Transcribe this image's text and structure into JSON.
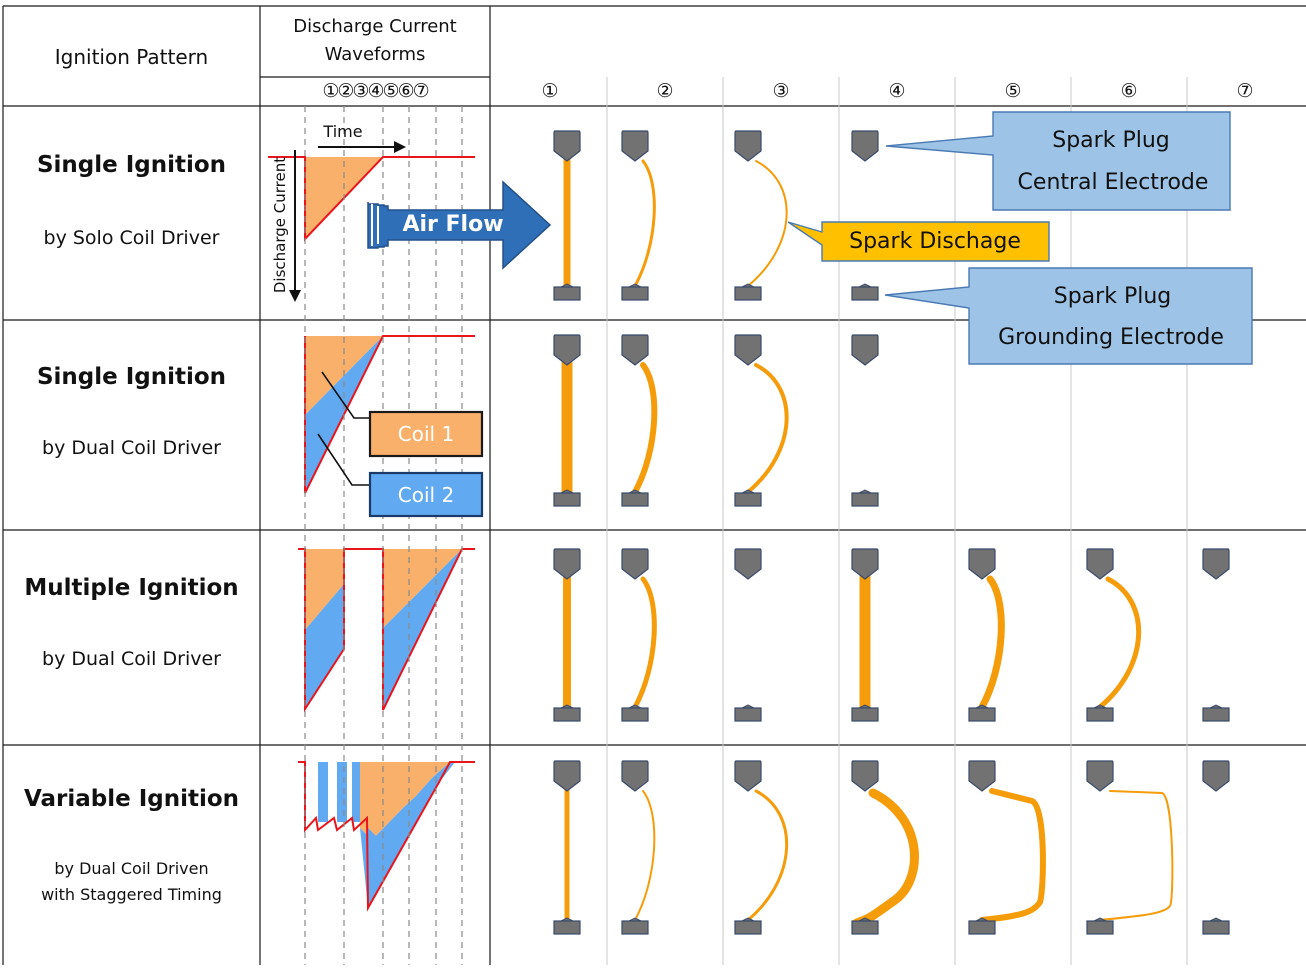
{
  "header": {
    "pattern_label": "Ignition Pattern",
    "waveform_label_line1": "Discharge Current",
    "waveform_label_line2": "Waveforms",
    "step_markers": [
      "①",
      "②",
      "③",
      "④",
      "⑤",
      "⑥",
      "⑦"
    ]
  },
  "rows": [
    {
      "title": "Single Ignition",
      "subtitle": "by Solo Coil Driver"
    },
    {
      "title": "Single Ignition",
      "subtitle": "by Dual Coil Driver"
    },
    {
      "title": "Multiple Ignition",
      "subtitle": "by Dual Coil Driver"
    },
    {
      "title": "Variable Ignition",
      "subtitle_line1": "by Dual Coil Driven",
      "subtitle_line2": "with Staggered Timing"
    }
  ],
  "axis": {
    "time": "Time",
    "current": "Discharge Current"
  },
  "air_flow": "Air Flow",
  "legend": {
    "coil1": "Coil 1",
    "coil2": "Coil 2"
  },
  "callouts": {
    "central_line1": "Spark Plug",
    "central_line2": "Central Electrode",
    "spark": "Spark Dischage",
    "ground_line1": "Spark Plug",
    "ground_line2": "Grounding Electrode"
  },
  "colors": {
    "orange_fill": "#f9b06a",
    "blue_fill": "#61aaf2",
    "waveform_line": "#e8161c",
    "spark": "#f59c0a",
    "electrode": "#727272",
    "callout_blue": "#9dc3e6",
    "callout_yellow": "#ffc000",
    "air_flow": "#2e6fb7"
  }
}
